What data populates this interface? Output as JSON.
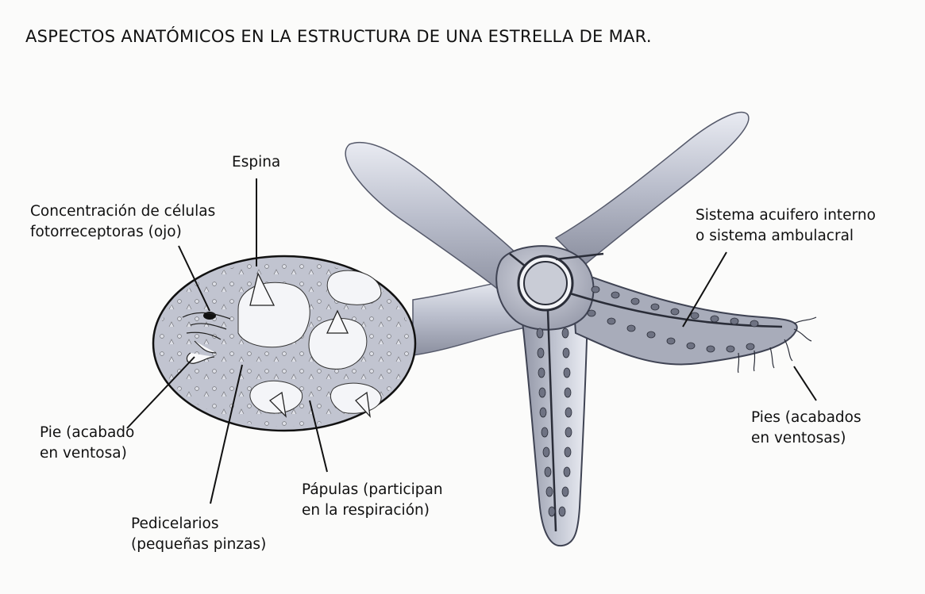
{
  "title": "ASPECTOS ANATÓMICOS EN LA ESTRUCTURA DE UNA ESTRELLA DE MAR.",
  "labels": {
    "espina": "Espina",
    "ojo": [
      "Concentración de células",
      "fotorreceptoras (ojo)"
    ],
    "pie": [
      "Pie (acabado",
      "en ventosa)"
    ],
    "pedicelarios": [
      "Pedicelarios",
      "(pequeñas pinzas)"
    ],
    "papulas": [
      "Pápulas (participan",
      "en la respiración)"
    ],
    "sistema": [
      "Sistema acuifero interno",
      "o sistema ambulacral"
    ],
    "pies": [
      "Pies (acabados",
      "en ventosas)"
    ]
  }
}
